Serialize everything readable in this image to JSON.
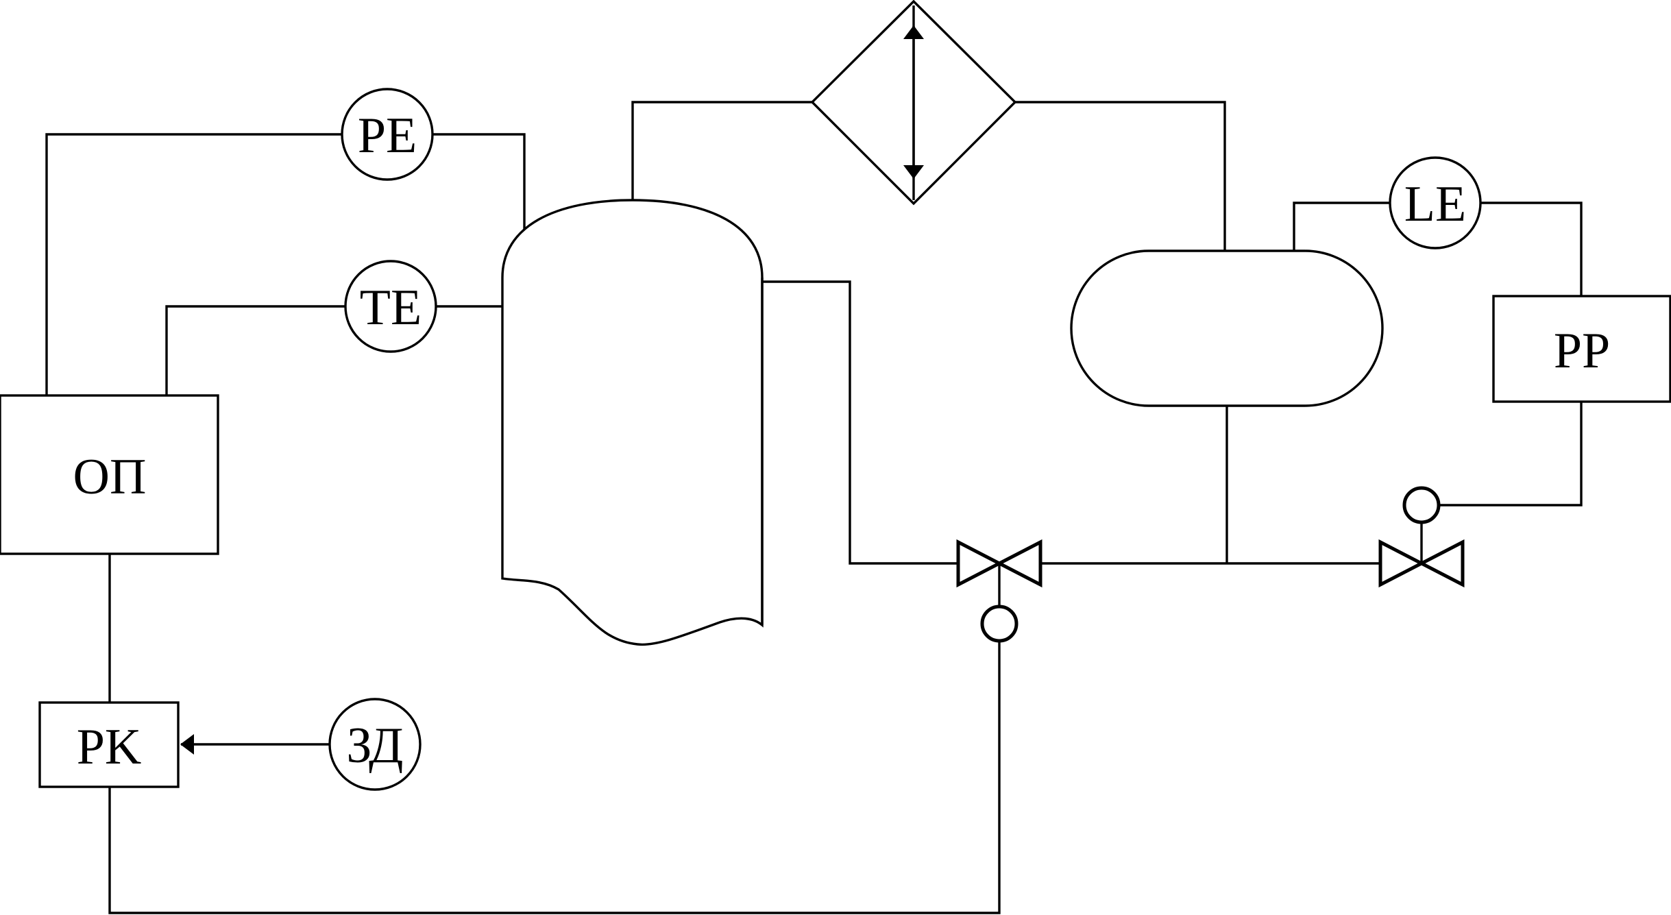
{
  "labels": {
    "pe": "PE",
    "te": "TE",
    "le": "LE",
    "op": "ОП",
    "pk": "PK",
    "zd": "ЗД",
    "pp": "PP"
  }
}
